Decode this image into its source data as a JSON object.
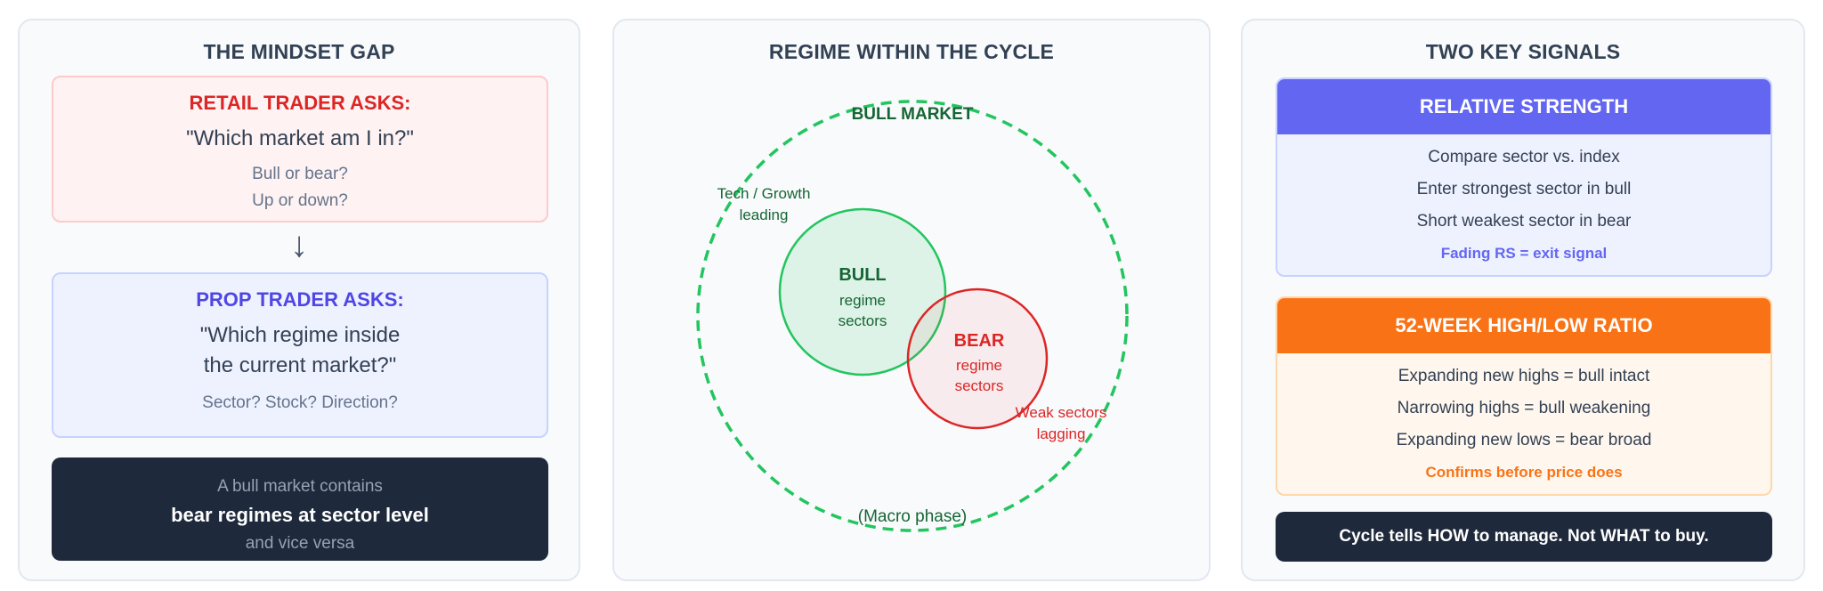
{
  "mindset": {
    "title": "THE MINDSET GAP",
    "retail": {
      "ask": "RETAIL TRADER ASKS:",
      "quote": "\"Which market am I in?\"",
      "sub1": "Bull or bear?",
      "sub2": "Up or down?"
    },
    "arrow": "↓",
    "prop": {
      "ask": "PROP TRADER ASKS:",
      "quote1": "\"Which regime inside",
      "quote2": "the current market?\"",
      "sub": "Sector? Stock? Direction?"
    },
    "summary": {
      "line1": "A bull market contains",
      "line2": "bear regimes at sector level",
      "line3": "and vice versa"
    }
  },
  "regime": {
    "title": "REGIME WITHIN THE CYCLE",
    "outer_label": "BULL MARKET",
    "outer_sub": "(Macro phase)",
    "bull": {
      "label": "BULL",
      "sub1": "regime",
      "sub2": "sectors"
    },
    "bear": {
      "label": "BEAR",
      "sub1": "regime",
      "sub2": "sectors"
    },
    "tech_note1": "Tech / Growth",
    "tech_note2": "leading",
    "weak_note1": "Weak sectors",
    "weak_note2": "lagging",
    "colors": {
      "green": "#22c55e",
      "dark_green": "#166534",
      "red": "#dc2626"
    }
  },
  "signals": {
    "title": "TWO KEY SIGNALS",
    "rs": {
      "header": "RELATIVE STRENGTH",
      "items": [
        "Compare sector vs. index",
        "Enter strongest sector in bull",
        "Short weakest sector in bear"
      ],
      "note": "Fading RS = exit signal"
    },
    "hl": {
      "header": "52-WEEK HIGH/LOW RATIO",
      "items": [
        "Expanding new highs = bull intact",
        "Narrowing highs = bull weakening",
        "Expanding new lows = bear broad"
      ],
      "note": "Confirms before price does"
    },
    "footer": "Cycle tells HOW to manage. Not WHAT to buy."
  }
}
